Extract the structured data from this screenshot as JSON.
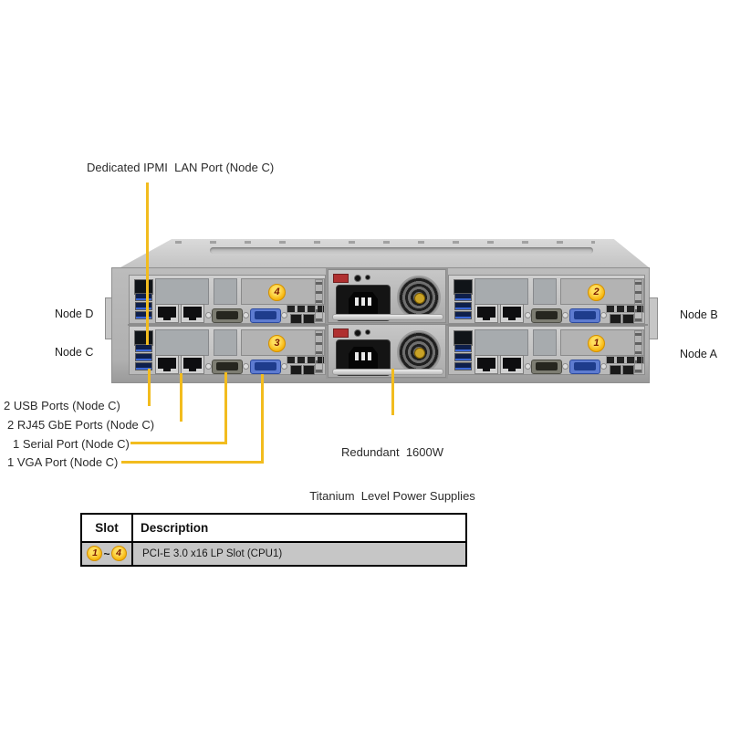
{
  "colors": {
    "accent_yellow": "#F2BC1E",
    "badge_fill": "#F6B40C",
    "badge_text": "#7C1B00",
    "table_row_gray": "#C6C6C6"
  },
  "callouts": {
    "ipmi": "Dedicated IPMI  LAN Port (Node C)",
    "usb": "2 USB Ports (Node C)",
    "rj45": "2 RJ45 GbE Ports (Node C)",
    "serial": "1 Serial Port (Node C)",
    "vga": "1 VGA Port (Node C)",
    "psu_line1": "Redundant  1600W",
    "psu_line2": "Titanium  Level Power Supplies"
  },
  "nodes": [
    {
      "id": "node-d",
      "label": "Node D",
      "badge": "4",
      "position": "top-left"
    },
    {
      "id": "node-c",
      "label": "Node C",
      "badge": "3",
      "position": "bottom-left"
    },
    {
      "id": "node-b",
      "label": "Node B",
      "badge": "2",
      "position": "top-right"
    },
    {
      "id": "node-a",
      "label": "Node A",
      "badge": "1",
      "position": "bottom-right"
    }
  ],
  "table": {
    "col1": "Slot",
    "col2": "Description",
    "rows": [
      {
        "slot_from": "1",
        "slot_sep": "~",
        "slot_to": "4",
        "description": "PCI-E 3.0 x16 LP Slot (CPU1)"
      }
    ]
  }
}
